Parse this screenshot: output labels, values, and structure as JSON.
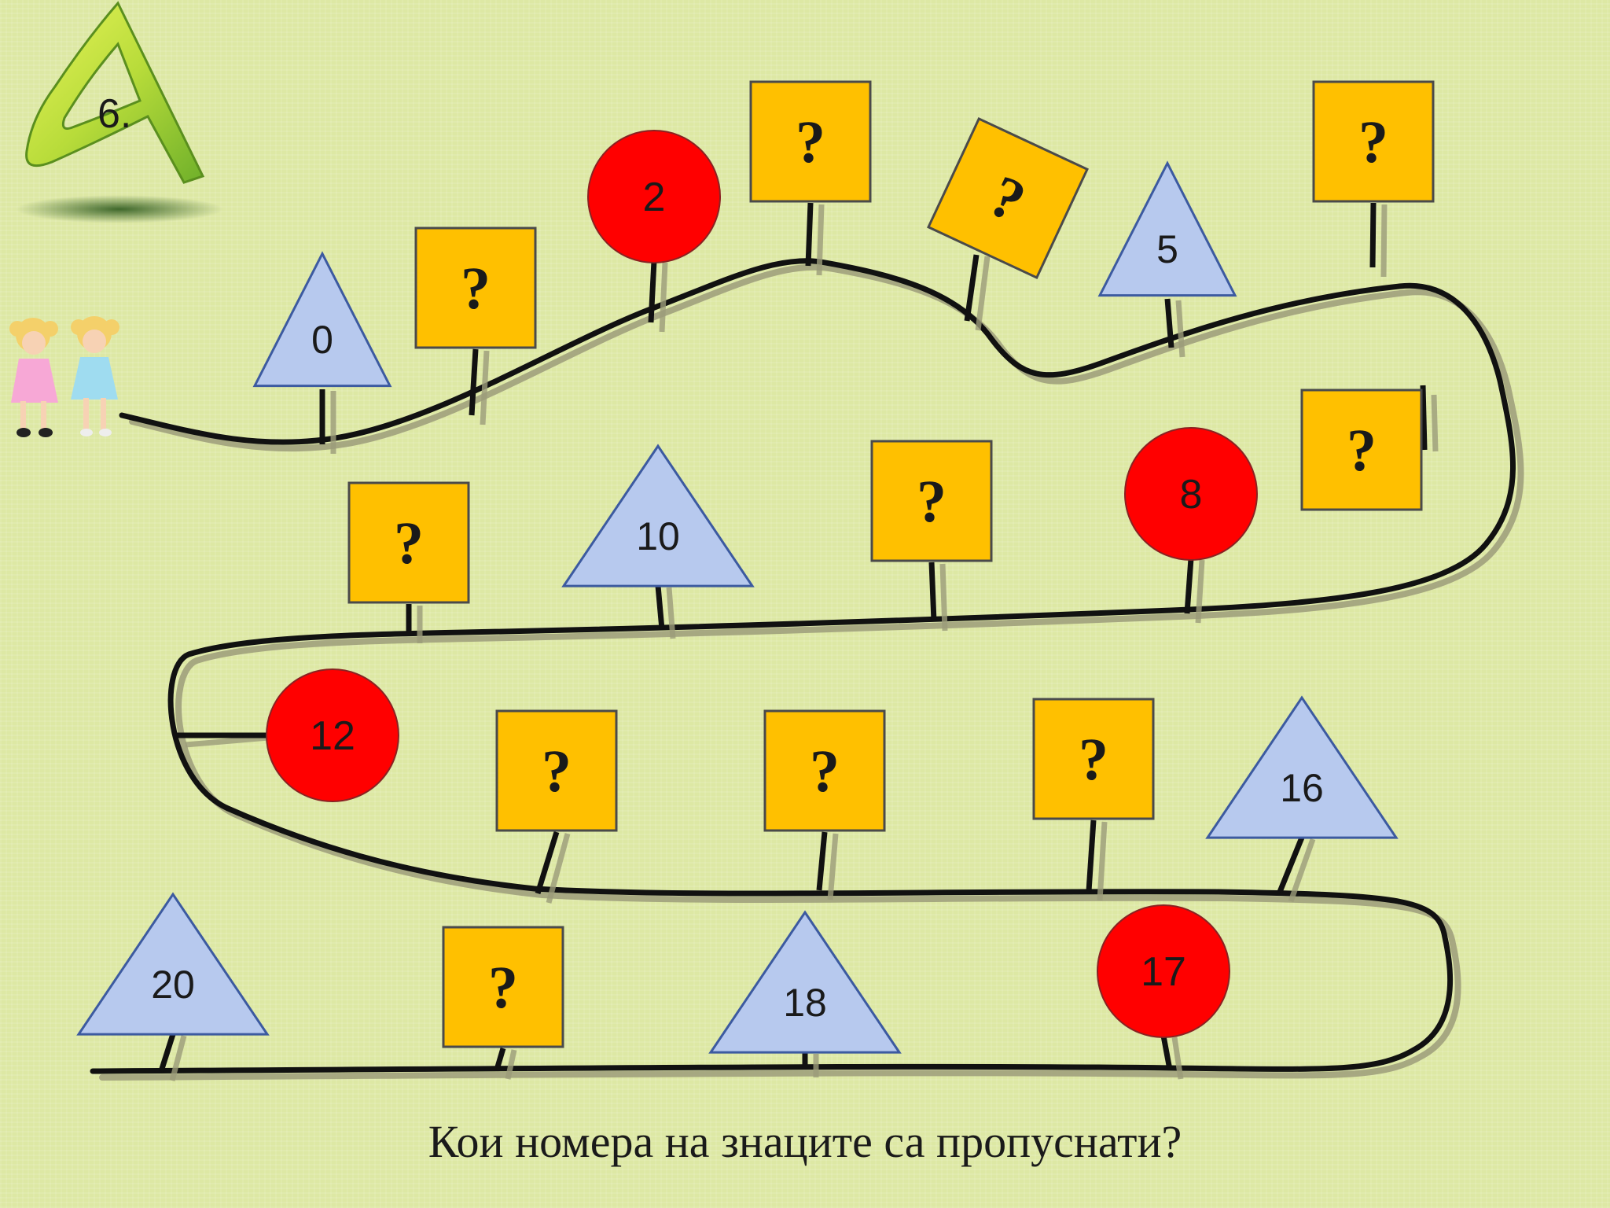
{
  "slide": {
    "number_label": "6.",
    "question": "Кои номера на знаците са пропуснати?"
  },
  "colors": {
    "background": "#dde8a4",
    "triangle": "#b7c9ee",
    "square": "#ffc000",
    "circle": "#ff0000",
    "road": "#111111",
    "road_shadow": "#9c9c7a",
    "logo_green": "#8dc63f",
    "logo_yellow": "#e8f25a"
  },
  "signs": [
    {
      "id": "sign-0",
      "shape": "triangle",
      "label": "0"
    },
    {
      "id": "sign-q1",
      "shape": "square",
      "label": "?"
    },
    {
      "id": "sign-2",
      "shape": "circle",
      "label": "2"
    },
    {
      "id": "sign-q3",
      "shape": "square",
      "label": "?"
    },
    {
      "id": "sign-q4",
      "shape": "square",
      "label": "?"
    },
    {
      "id": "sign-5",
      "shape": "triangle",
      "label": "5"
    },
    {
      "id": "sign-q6",
      "shape": "square",
      "label": "?"
    },
    {
      "id": "sign-q7",
      "shape": "square",
      "label": "?"
    },
    {
      "id": "sign-8",
      "shape": "circle",
      "label": "8"
    },
    {
      "id": "sign-q9",
      "shape": "square",
      "label": "?"
    },
    {
      "id": "sign-10",
      "shape": "triangle",
      "label": "10"
    },
    {
      "id": "sign-q11",
      "shape": "square",
      "label": "?"
    },
    {
      "id": "sign-12",
      "shape": "circle",
      "label": "12"
    },
    {
      "id": "sign-q13",
      "shape": "square",
      "label": "?"
    },
    {
      "id": "sign-q14",
      "shape": "square",
      "label": "?"
    },
    {
      "id": "sign-q15",
      "shape": "square",
      "label": "?"
    },
    {
      "id": "sign-16",
      "shape": "triangle",
      "label": "16"
    },
    {
      "id": "sign-17",
      "shape": "circle",
      "label": "17"
    },
    {
      "id": "sign-18",
      "shape": "triangle",
      "label": "18"
    },
    {
      "id": "sign-q19",
      "shape": "square",
      "label": "?"
    },
    {
      "id": "sign-20",
      "shape": "triangle",
      "label": "20"
    }
  ]
}
